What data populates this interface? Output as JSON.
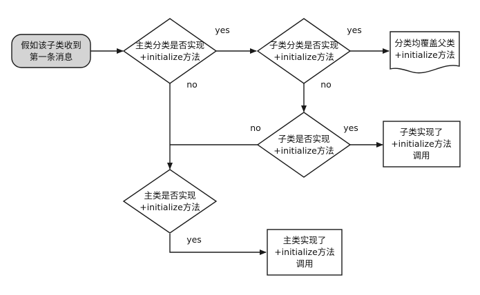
{
  "nodes": {
    "start": [
      "假如该子类收到",
      "第一条消息"
    ],
    "main_category_decision": [
      "主类分类是否实现",
      "+initialize方法"
    ],
    "sub_category_decision": [
      "子类分类是否实现",
      "+initialize方法"
    ],
    "category_override": [
      "分类均覆盖父类",
      "+initialize方法"
    ],
    "sub_class_decision": [
      "子类是否实现",
      "+initialize方法"
    ],
    "sub_class_call": [
      "子类实现了",
      "+initialize方法",
      "调用"
    ],
    "main_class_decision": [
      "主类是否实现",
      "+initialize方法"
    ],
    "main_class_call": [
      "主类实现了",
      "+initialize方法",
      "调用"
    ]
  },
  "edges": {
    "yes1": "yes",
    "yes2": "yes",
    "yes3": "yes",
    "yes4": "yes",
    "no1": "no",
    "no2": "no",
    "no3": "no"
  }
}
